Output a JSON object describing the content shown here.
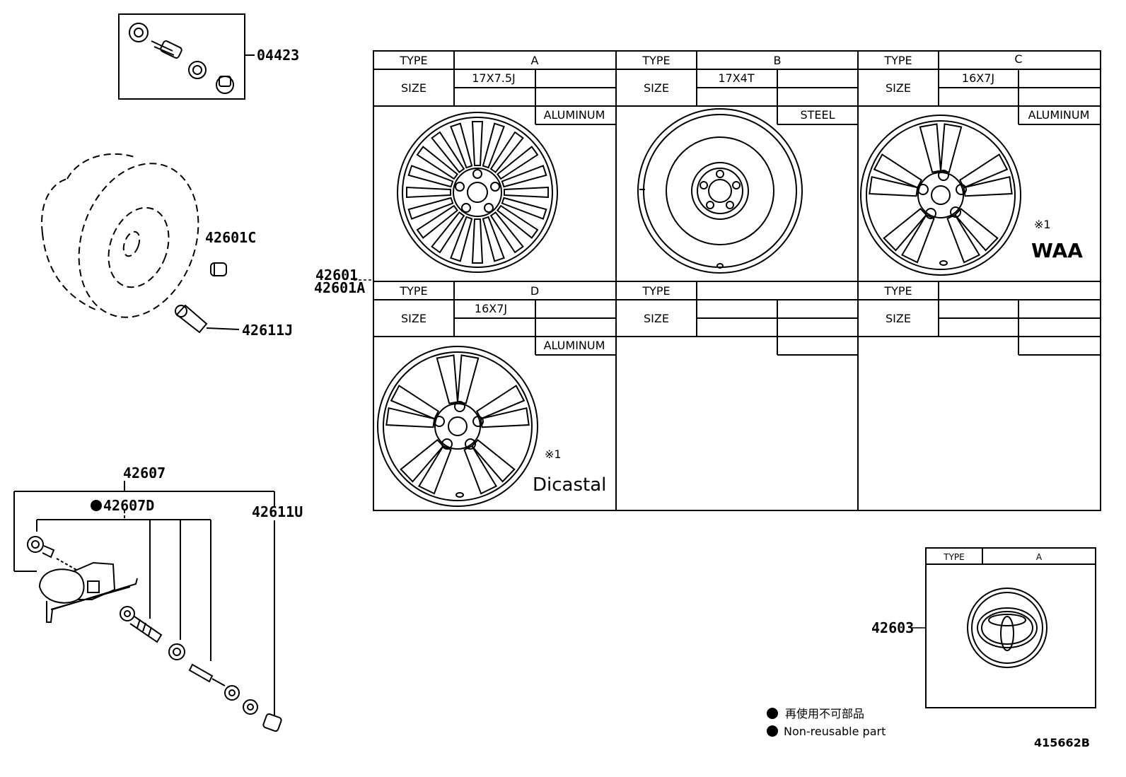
{
  "part_labels": {
    "valve_kit": "04423",
    "balance_weight": "42601C",
    "valve": "42611J",
    "wheel_main": "42601",
    "wheel_alt": "42601A",
    "tpms_assy": "42607",
    "tpms_sensor": "42607D",
    "valve_cap": "42611U",
    "ornament": "42603"
  },
  "wheel_table": {
    "type_label": "TYPE",
    "size_label": "SIZE",
    "cells": [
      {
        "type": "A",
        "size": "17X7.5J",
        "material": "ALUMINUM"
      },
      {
        "type": "B",
        "size": "17X4T",
        "material": "STEEL"
      },
      {
        "type": "C",
        "size": "16X7J",
        "material": "ALUMINUM",
        "note": "※1",
        "brand": "WAA"
      },
      {
        "type": "D",
        "size": "16X7J",
        "material": "ALUMINUM",
        "note": "※1",
        "brand": "Dicastal"
      },
      {
        "type": "",
        "size": "",
        "material": ""
      },
      {
        "type": "",
        "size": "",
        "material": ""
      }
    ]
  },
  "ornament_table": {
    "type_label": "TYPE",
    "type": "A"
  },
  "legend": {
    "line1": "再使用不可部品",
    "line2": "Non-reusable part"
  },
  "figure_id": "415662B"
}
